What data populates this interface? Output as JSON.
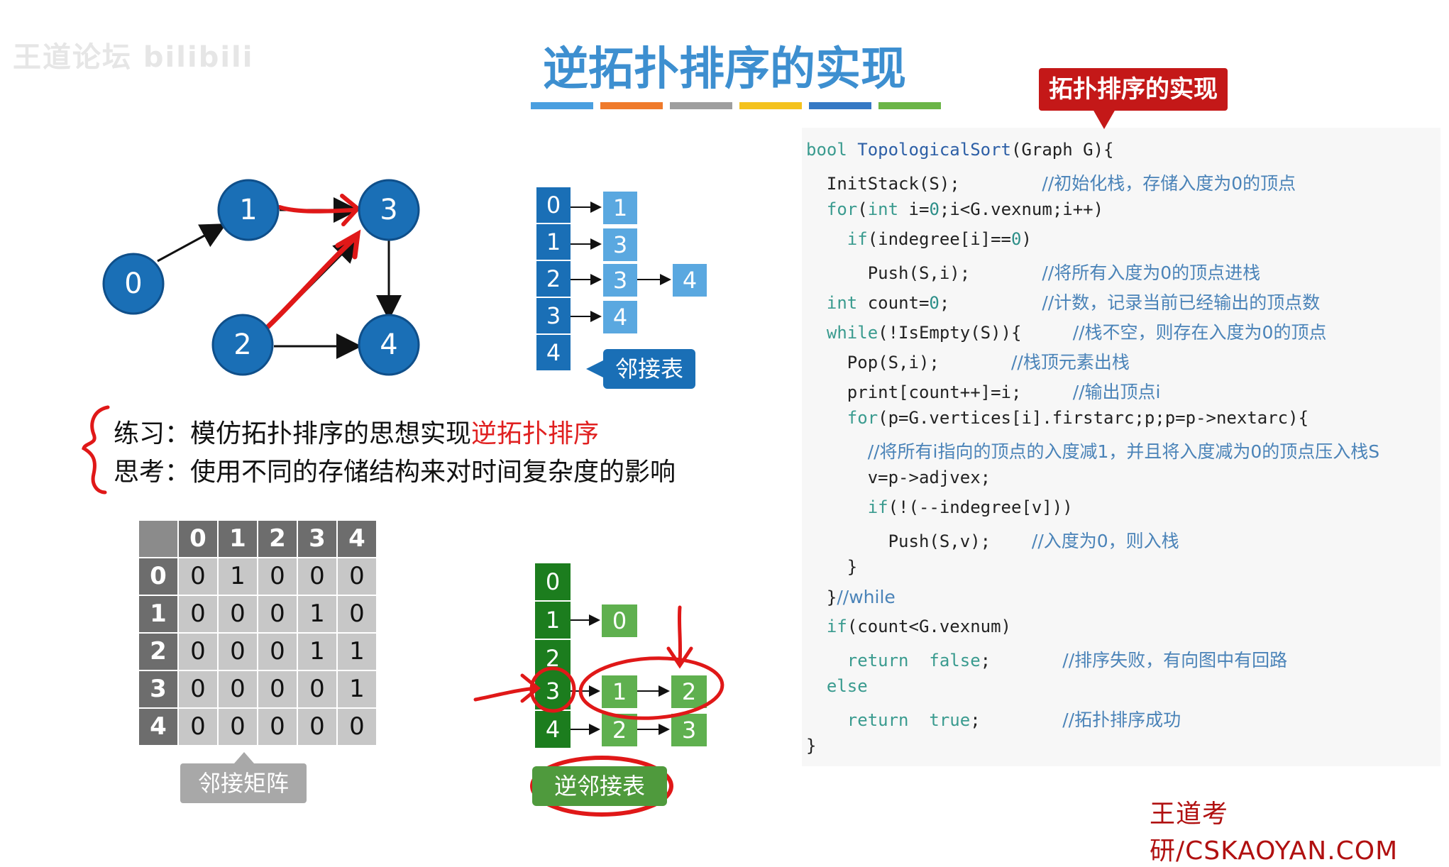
{
  "watermark": "王道论坛 bilibili",
  "page_title": "逆拓扑排序的实现",
  "title_bar_colors": [
    "#4a9fe0",
    "#ef7a2b",
    "#9e9e9e",
    "#f4c21d",
    "#3579c4",
    "#6bb547"
  ],
  "graph": {
    "nodes": [
      "0",
      "1",
      "2",
      "3",
      "4"
    ]
  },
  "adjacency_list": {
    "vertices": [
      "0",
      "1",
      "2",
      "3",
      "4"
    ],
    "rows": [
      [
        "1"
      ],
      [
        "3"
      ],
      [
        "3",
        "4"
      ],
      [
        "4"
      ],
      []
    ],
    "label": "邻接表"
  },
  "notes": {
    "practice_prefix": "练习：模仿拓扑排序的思想实现",
    "practice_highlight": "逆拓扑排序",
    "think": "思考：使用不同的存储结构来对时间复杂度的影响"
  },
  "adjacency_matrix": {
    "headers": [
      "0",
      "1",
      "2",
      "3",
      "4"
    ],
    "rows": [
      [
        "0",
        "1",
        "0",
        "0",
        "0"
      ],
      [
        "0",
        "0",
        "0",
        "1",
        "0"
      ],
      [
        "0",
        "0",
        "0",
        "1",
        "1"
      ],
      [
        "0",
        "0",
        "0",
        "0",
        "1"
      ],
      [
        "0",
        "0",
        "0",
        "0",
        "0"
      ]
    ],
    "label": "邻接矩阵"
  },
  "reverse_adjacency_list": {
    "vertices": [
      "0",
      "1",
      "2",
      "3",
      "4"
    ],
    "rows": [
      [],
      [
        "0"
      ],
      [],
      [
        "1",
        "2"
      ],
      [
        "2",
        "3"
      ]
    ],
    "label": "逆邻接表"
  },
  "callout": "拓扑排序的实现",
  "code": {
    "l1_kw": "bool",
    "l1_fn": "TopologicalSort",
    "l1_rest": "(Graph G){",
    "l2": "InitStack(S);",
    "l2_c": "//初始化栈，存储入度为0的顶点",
    "l3_kw": "for",
    "l3_a": "(",
    "l3_kw2": "int",
    "l3_b": " i=",
    "l3_n": "0",
    "l3_c": ";i<G.vexnum;i++)",
    "l4_kw": "if",
    "l4_a": "(indegree[i]==",
    "l4_n": "0",
    "l4_b": ")",
    "l5": "Push(S,i);",
    "l5_c": "//将所有入度为0的顶点进栈",
    "l6_kw": "int",
    "l6_a": " count=",
    "l6_n": "0",
    "l6_b": ";",
    "l6_c": "//计数，记录当前已经输出的顶点数",
    "l7_kw": "while",
    "l7_a": "(!IsEmpty(S)){",
    "l7_c": "//栈不空，则存在入度为0的顶点",
    "l8": "Pop(S,i);",
    "l8_c": "//栈顶元素出栈",
    "l9": "print[count++]=i;",
    "l9_c": "//输出顶点i",
    "l10_kw": "for",
    "l10_a": "(p=G.vertices[i].firstarc;p;p=p->nextarc){",
    "l11_c": "//将所有i指向的顶点的入度减1，并且将入度减为0的顶点压入栈S",
    "l12": "v=p->adjvex;",
    "l13_kw": "if",
    "l13_a": "(!(--indegree[v]))",
    "l14": "Push(S,v);",
    "l14_c": "//入度为0，则入栈",
    "l15": "}",
    "l16_a": "}",
    "l16_c": "//while",
    "l17_kw": "if",
    "l17_a": "(count<G.vexnum)",
    "l18_kw": "return",
    "l18_kw2": "false",
    "l18_a": ";",
    "l18_c": "//排序失败，有向图中有回路",
    "l19_kw": "else",
    "l20_kw": "return",
    "l20_kw2": "true",
    "l20_a": ";",
    "l20_c": "//拓扑排序成功",
    "l21": "}"
  },
  "footer_brand": "王道考研/CSKAOYAN.COM"
}
